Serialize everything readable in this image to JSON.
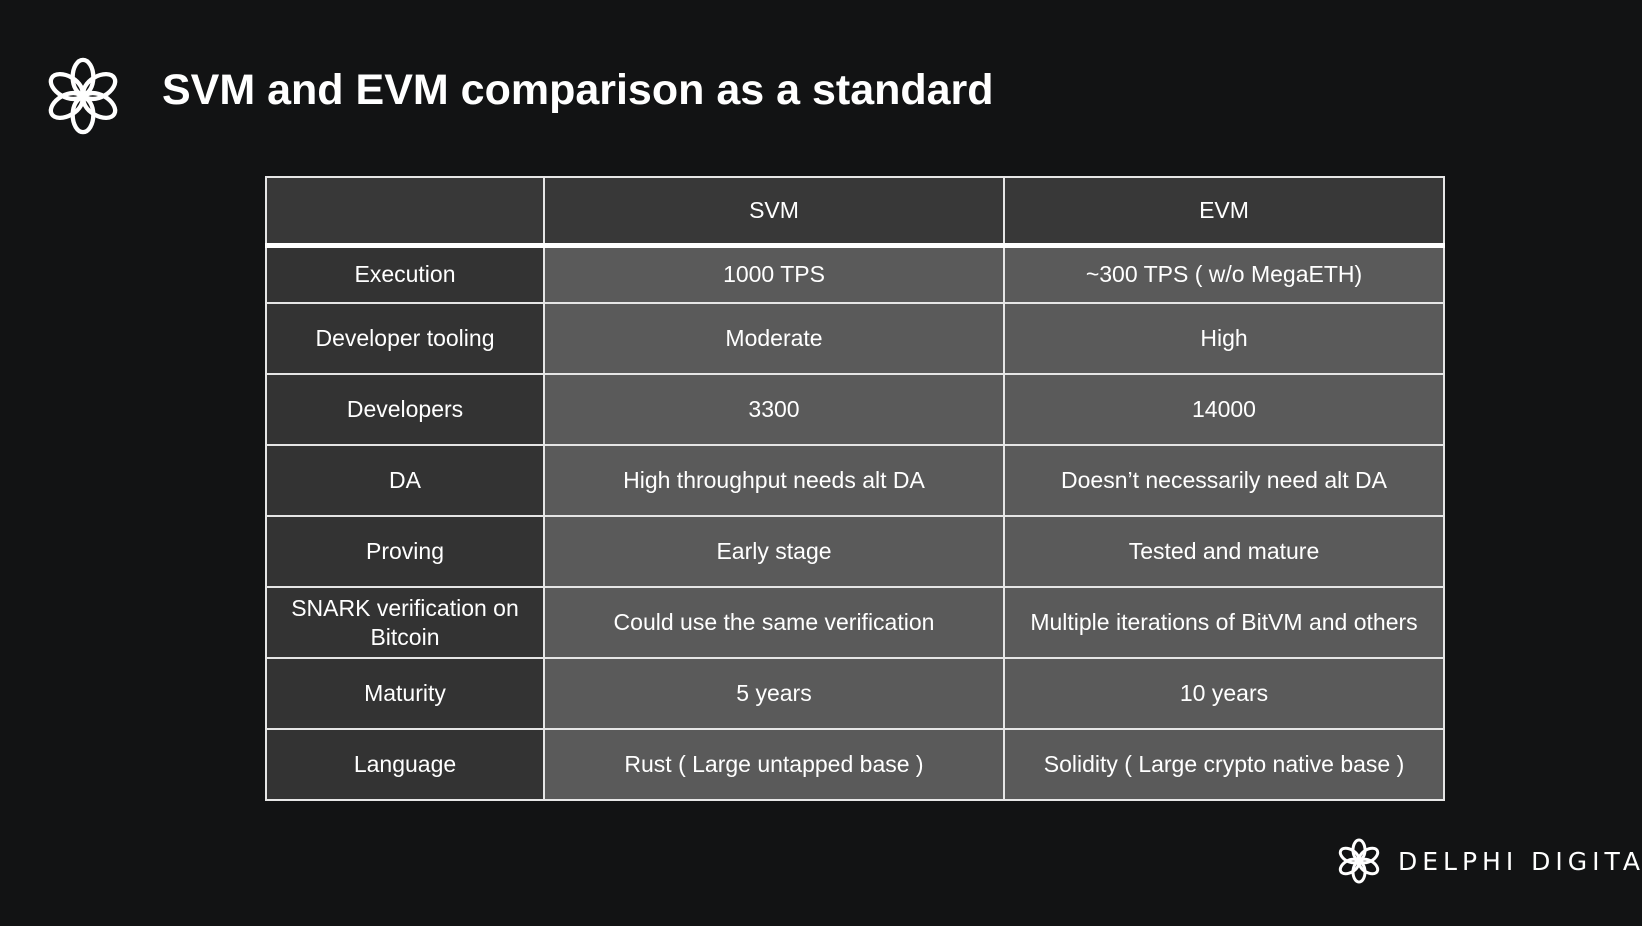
{
  "title": "SVM and EVM comparison as a standard",
  "table": {
    "headers": [
      "",
      "SVM",
      "EVM"
    ],
    "rows": [
      {
        "label": "Execution",
        "svm": "1000 TPS",
        "evm": "~300 TPS ( w/o MegaETH)"
      },
      {
        "label": "Developer tooling",
        "svm": "Moderate",
        "evm": "High"
      },
      {
        "label": "Developers",
        "svm": "3300",
        "evm": "14000"
      },
      {
        "label": "DA",
        "svm": "High throughput needs alt DA",
        "evm": "Doesn’t necessarily need alt DA"
      },
      {
        "label": "Proving",
        "svm": "Early stage",
        "evm": "Tested and mature"
      },
      {
        "label": "SNARK verification on Bitcoin",
        "svm": "Could use the same verification",
        "evm": "Multiple iterations of BitVM and others"
      },
      {
        "label": "Maturity",
        "svm": "5 years",
        "evm": "10 years"
      },
      {
        "label": "Language",
        "svm": "Rust ( Large untapped base )",
        "evm": "Solidity ( Large crypto native base )"
      }
    ]
  },
  "brand": {
    "name": "DELPHI DIGITAL",
    "logo_icon": "delphi-knot-icon"
  },
  "colors": {
    "background": "#121314",
    "header_cell": "#383838",
    "label_cell": "#333333",
    "value_cell": "#5a5a5a",
    "border": "#e6e6e6"
  }
}
